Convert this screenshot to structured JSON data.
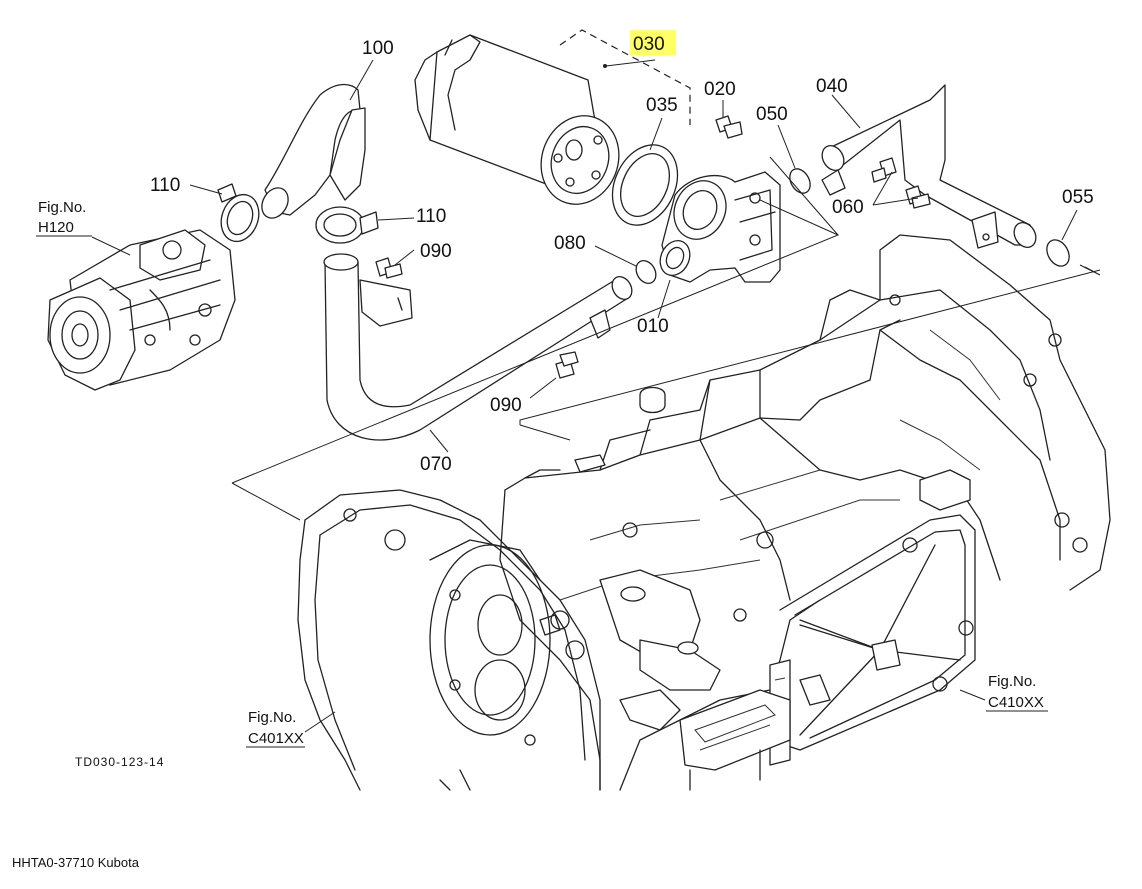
{
  "callouts": {
    "p100": "100",
    "p030": "030",
    "p035": "035",
    "p020": "020",
    "p050": "050",
    "p040": "040",
    "p110_left": "110",
    "p110_right": "110",
    "p090_top": "090",
    "p080": "080",
    "p010": "010",
    "p060": "060",
    "p055": "055",
    "p090_bottom": "090",
    "p070": "070"
  },
  "highlight_color": "#ffff66",
  "figure_refs": {
    "h120": {
      "prefix": "Fig.No.",
      "code": "H120"
    },
    "c401": {
      "prefix": "Fig.No.",
      "code": "C401XX"
    },
    "c410": {
      "prefix": "Fig.No.",
      "code": "C410XX"
    }
  },
  "drawing_code": "TD030-123-14",
  "footer": "HHTA0-37710 Kubota"
}
